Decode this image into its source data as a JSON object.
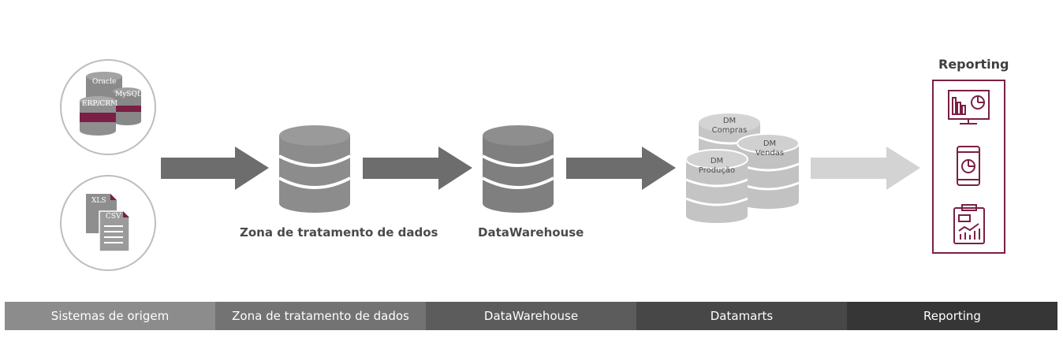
{
  "sources": {
    "databases": [
      "Oracle",
      "MySQL",
      "ERP/CRM"
    ],
    "files": [
      "XLS",
      "CSV"
    ]
  },
  "stages": {
    "staging_label": "Zona de tratamento de dados",
    "warehouse_label": "DataWarehouse",
    "datamarts": [
      {
        "line1": "DM",
        "line2": "Compras"
      },
      {
        "line1": "DM",
        "line2": "Vendas"
      },
      {
        "line1": "DM",
        "line2": "Produção"
      }
    ],
    "reporting_title": "Reporting"
  },
  "reporting_icons": [
    "dashboard-monitor-icon",
    "mobile-pie-chart-icon",
    "clipboard-report-icon"
  ],
  "bottom_bar": [
    {
      "label": "Sistemas de origem",
      "color": "#8c8c8c"
    },
    {
      "label": "Zona de tratamento de dados",
      "color": "#737373"
    },
    {
      "label": "DataWarehouse",
      "color": "#5c5c5c"
    },
    {
      "label": "Datamarts",
      "color": "#474747"
    },
    {
      "label": "Reporting",
      "color": "#363636"
    }
  ],
  "colors": {
    "accent": "#7a1f45",
    "arrow": "#6d6d6d",
    "arrow_faded": "#d3d3d3"
  }
}
